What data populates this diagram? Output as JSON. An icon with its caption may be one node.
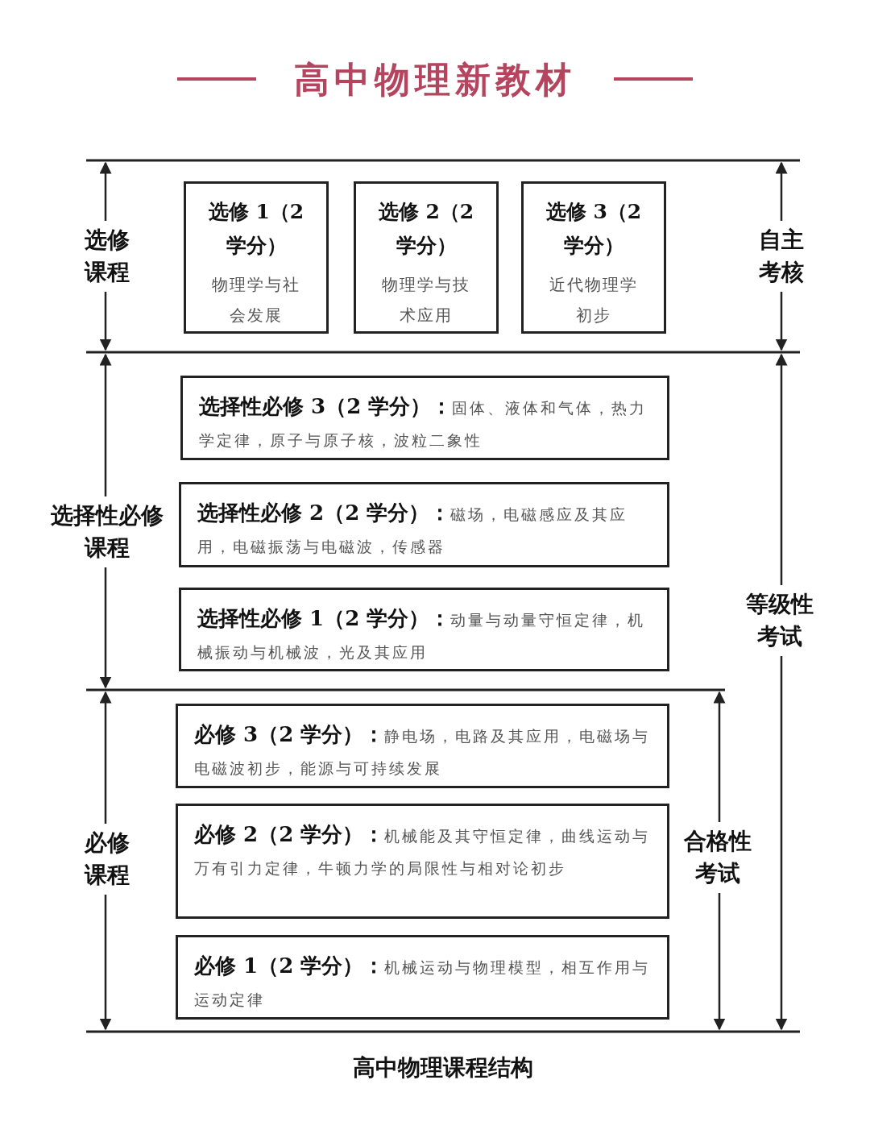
{
  "diagram": {
    "title": "高中物理新教材",
    "caption": "高中物理课程结构",
    "nodes": [
      {
        "text": [
          "选修 1（2 学分）",
          "物理学与社会发展"
        ]
      },
      {
        "text": [
          "选修 2（2 学分）",
          "物理学与技术应用"
        ]
      },
      {
        "text": [
          "选修 3（2 学分）",
          "近代物理学初步"
        ]
      },
      {
        "text": [
          "选择性必修 3（2 学分）：",
          "固体、液体和气体，热力学定律，原子与原子核，波粒二象性"
        ]
      },
      {
        "text": [
          "选择性必修 2（2 学分）：",
          "磁场，电磁感应及其应用，电磁振荡与电磁波，传感器"
        ]
      },
      {
        "text": [
          "选择性必修 1（2 学分）：",
          "动量与动量守恒定律，机械振动与机械波，光及其应用"
        ]
      },
      {
        "text": [
          "必修 3（2 学分）：",
          "静电场，电路及其应用，电磁场与电磁波初步，能源与可持续发展"
        ]
      },
      {
        "text": [
          "必修 2（2 学分）：",
          "机械能及其守恒定律，曲线运动与万有引力定律，牛顿力学的局限性与相对论初步"
        ]
      },
      {
        "text": [
          "必修 1（2 学分）：",
          "机械运动与物理模型，相互作用与运动定律"
        ]
      }
    ],
    "labels": [
      "选修课程",
      "自主考核",
      "选择性必修课程",
      "等级性考试",
      "必修课程",
      "合格性考试"
    ]
  }
}
